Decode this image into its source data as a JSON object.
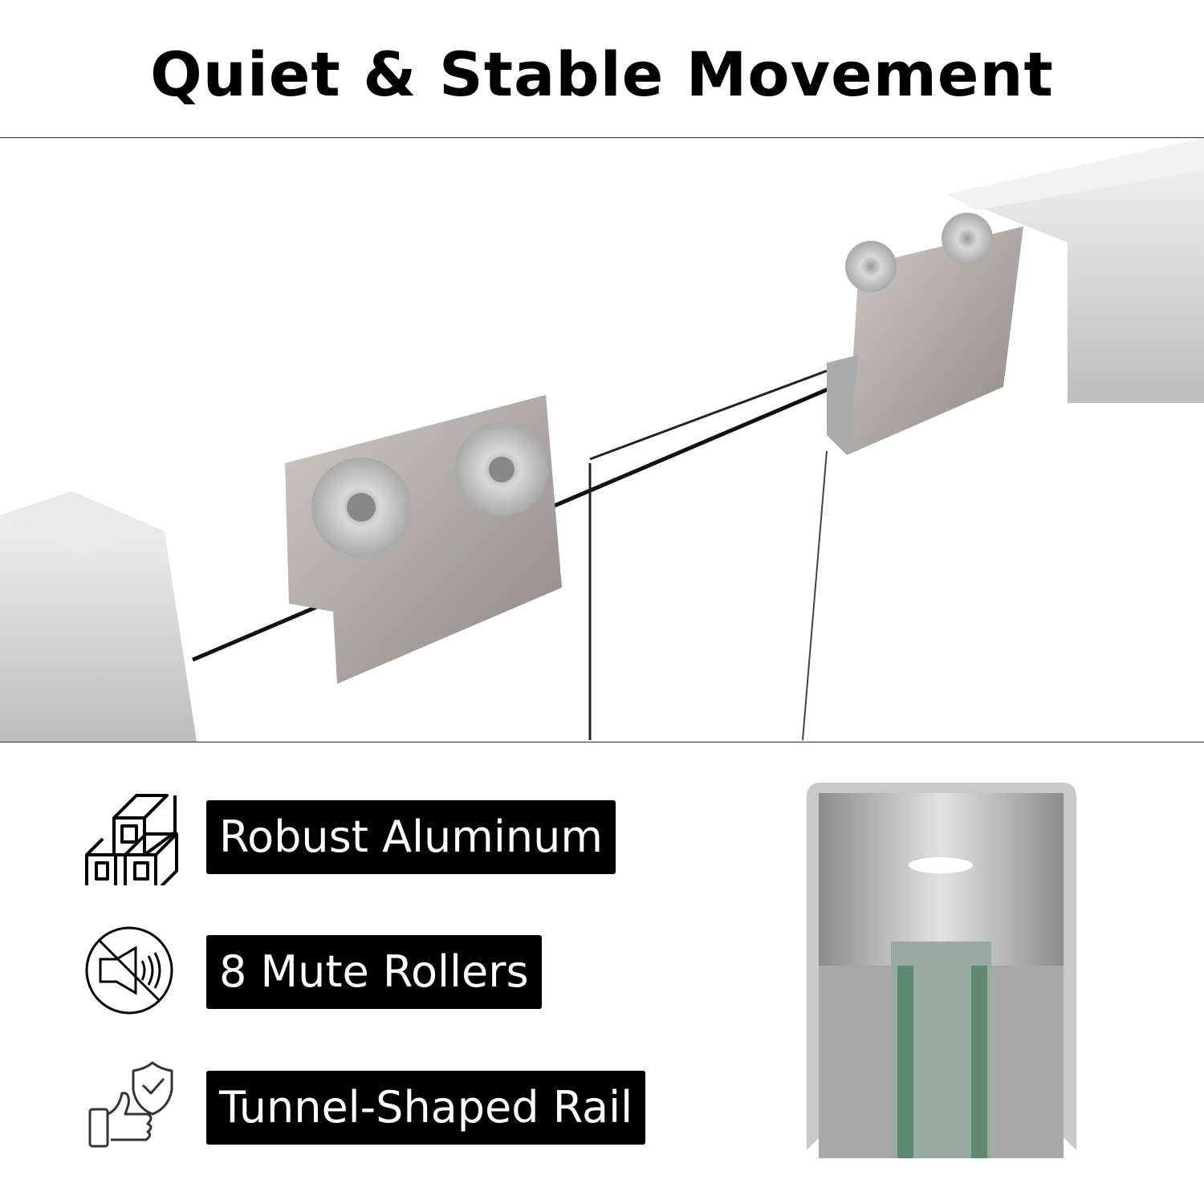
{
  "title": "Quiet & Stable Movement",
  "features": [
    {
      "label": "Robust Aluminum",
      "icon": "aluminum-bars-icon"
    },
    {
      "label": "8 Mute Rollers",
      "icon": "mute-speaker-icon"
    },
    {
      "label": "Tunnel-Shaped Rail",
      "icon": "thumbs-up-shield-icon"
    }
  ]
}
